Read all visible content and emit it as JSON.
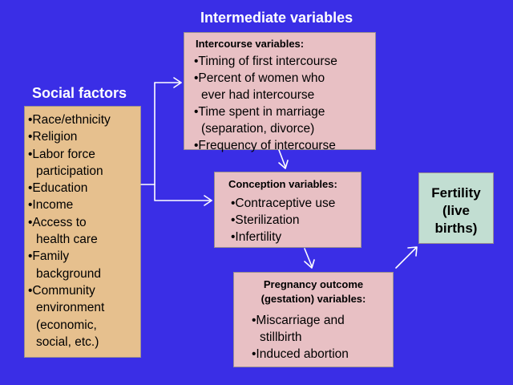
{
  "titles": {
    "intermediate": "Intermediate variables",
    "social": "Social factors"
  },
  "intercourse": {
    "heading": "Intercourse variables:",
    "items": [
      "•Timing of first intercourse",
      "•Percent of women who",
      "   ever had intercourse",
      "•Time spent in marriage",
      "   (separation, divorce)",
      "•Frequency of intercourse"
    ]
  },
  "social": {
    "items": [
      "•Race/ethnicity",
      "•Religion",
      "•Labor force",
      "   participation",
      "•Education",
      "•Income",
      "•Access to",
      "   health care",
      "•Family",
      "   background",
      "•Community",
      "   environment",
      "   (economic,",
      "   social, etc.)"
    ]
  },
  "conception": {
    "heading": "Conception variables:",
    "items": [
      "•Contraceptive use",
      "•Sterilization",
      "•Infertility"
    ]
  },
  "pregnancy": {
    "heading_line1": "Pregnancy outcome",
    "heading_line2": "(gestation) variables:",
    "items": [
      "•Miscarriage and",
      "   stillbirth",
      "•Induced abortion"
    ]
  },
  "fertility": {
    "line1": "Fertility",
    "line2": "(live",
    "line3": "births)"
  }
}
